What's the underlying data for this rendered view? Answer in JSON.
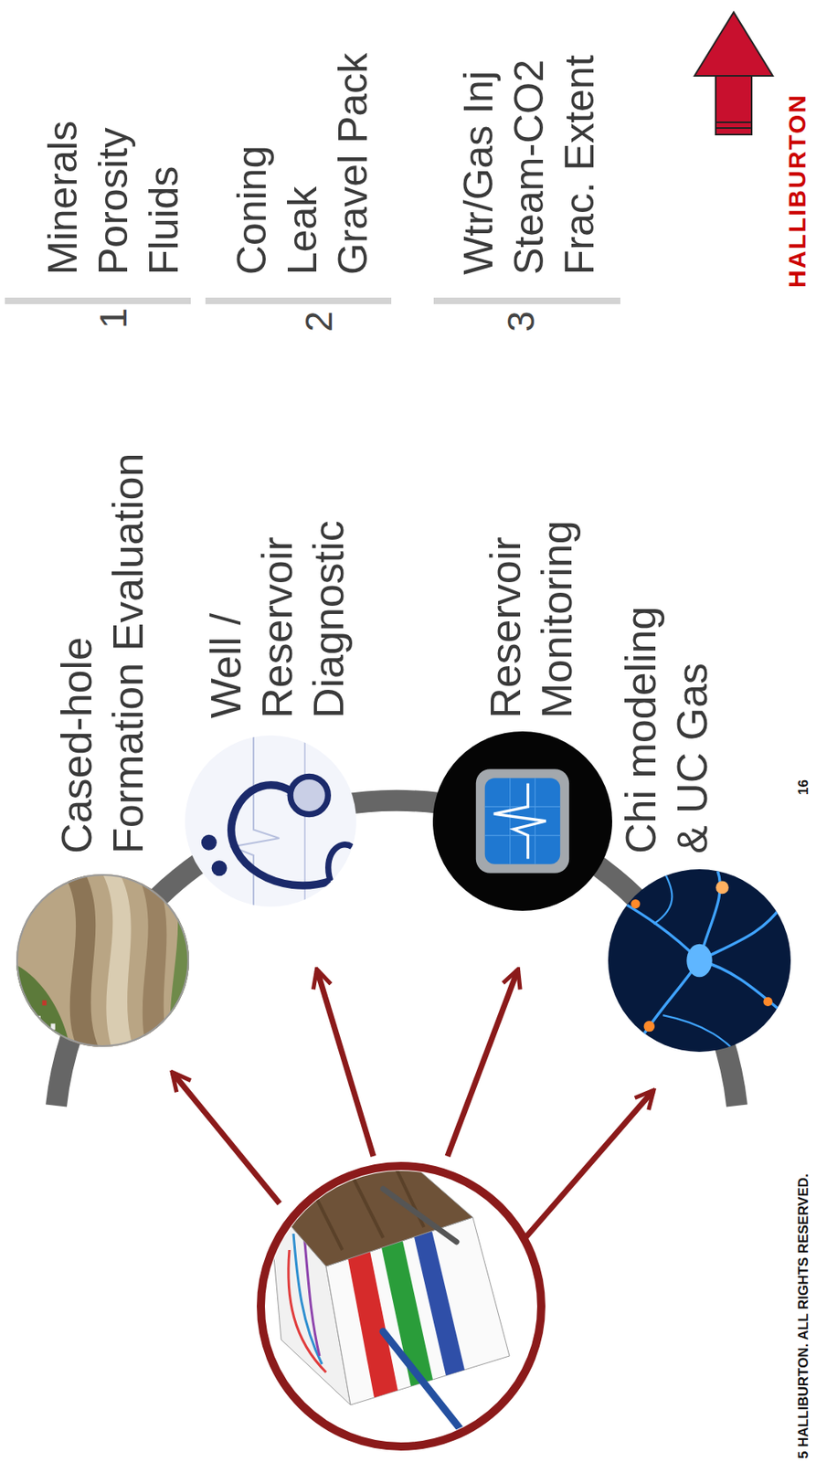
{
  "diagram": {
    "nodes": [
      {
        "text": [
          "Cased-hole Formation Evaluation"
        ]
      },
      {
        "text": [
          "Well / Reservoir Diagnostic"
        ]
      },
      {
        "text": [
          "Reservoir Monitoring"
        ]
      },
      {
        "text": [
          "Chi modeling & UC Gas"
        ]
      }
    ],
    "labels": [
      "1",
      "Minerals",
      "Porosity",
      "Fluids",
      "2",
      "Coning",
      "Leak",
      "Gravel Pack",
      "3",
      "Wtr/Gas Inj",
      "Steam-CO2",
      "Frac. Extent",
      "16",
      "5 HALLIBURTON. ALL RIGHTS RESERVED.",
      "HALLIBURTON"
    ]
  }
}
